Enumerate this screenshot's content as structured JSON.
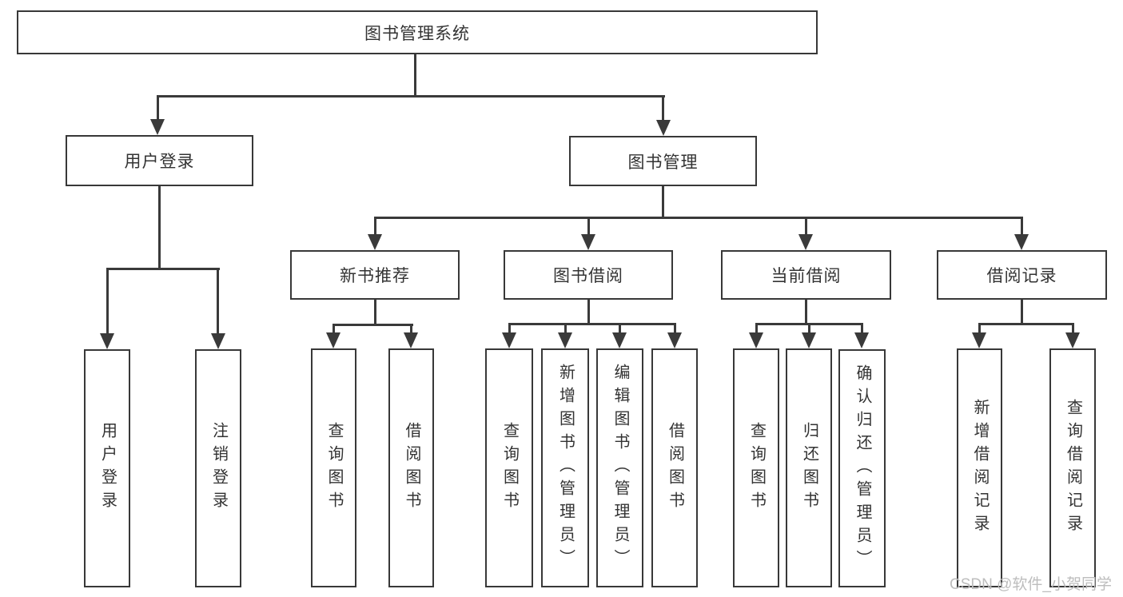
{
  "diagram": {
    "root": {
      "label": "图书管理系统"
    },
    "branches": [
      {
        "label": "用户登录",
        "children": [
          {
            "label": "用户登录"
          },
          {
            "label": "注销登录"
          }
        ]
      },
      {
        "label": "图书管理",
        "children": [
          {
            "label": "新书推荐",
            "children": [
              {
                "label": "查询图书"
              },
              {
                "label": "借阅图书"
              }
            ]
          },
          {
            "label": "图书借阅",
            "children": [
              {
                "label": "查询图书"
              },
              {
                "label": "新增图书（管理员）"
              },
              {
                "label": "编辑图书（管理员）"
              },
              {
                "label": "借阅图书"
              }
            ]
          },
          {
            "label": "当前借阅",
            "children": [
              {
                "label": "查询图书"
              },
              {
                "label": "归还图书"
              },
              {
                "label": "确认归还（管理员）"
              }
            ]
          },
          {
            "label": "借阅记录",
            "children": [
              {
                "label": "新增借阅记录"
              },
              {
                "label": "查询借阅记录"
              }
            ]
          }
        ]
      }
    ]
  },
  "watermark": {
    "text": "CSDN @软件_小贺同学"
  },
  "colors": {
    "line": "#3a3a3a",
    "text": "#333333",
    "watermark": "#bdbdbd",
    "background": "#ffffff"
  }
}
